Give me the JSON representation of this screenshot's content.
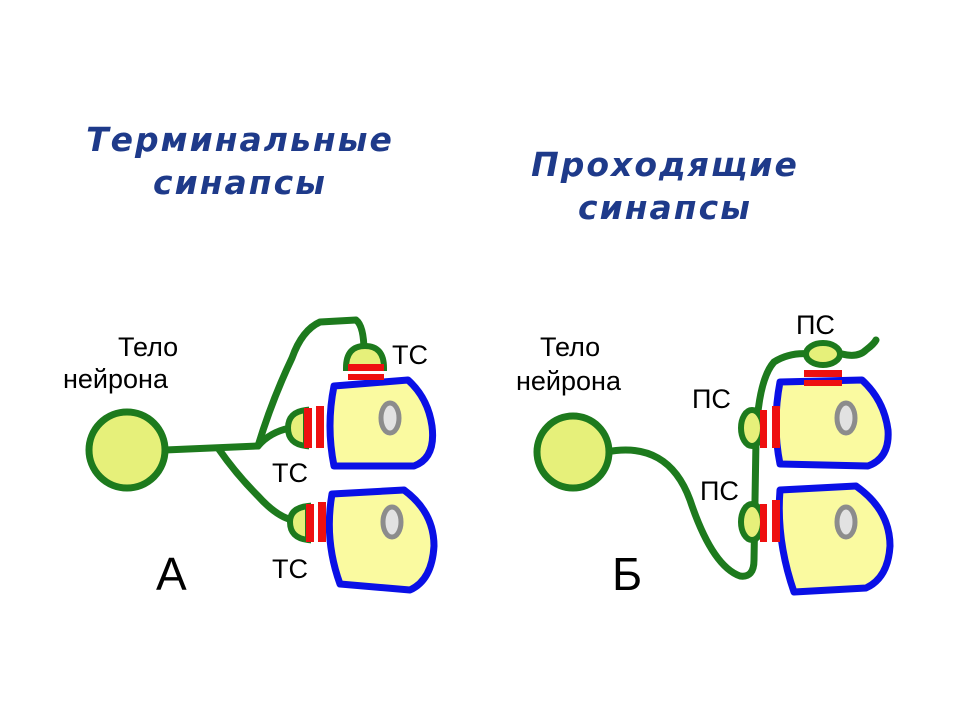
{
  "panel_a": {
    "heading_line1": "Терминальные",
    "heading_line2": "синапсы",
    "neuron_label_line1": "Тело",
    "neuron_label_line2": "нейрона",
    "synapse_top": "ТС",
    "synapse_middle": "ТС",
    "synapse_bottom": "ТС",
    "panel_letter": "А"
  },
  "panel_b": {
    "heading_line1": "Проходящие",
    "heading_line2": "синапсы",
    "neuron_label_line1": "Тело",
    "neuron_label_line2": "нейрона",
    "synapse_top": "ПС",
    "synapse_middle": "ПС",
    "synapse_bottom": "ПС",
    "panel_letter": "Б"
  },
  "colors": {
    "axon": "#1d7a1d",
    "cell_fill": "#fafaa0",
    "membrane": "#0a10e6",
    "synapse_contact": "#ee1010",
    "nucleus": "#8c8c8c"
  }
}
